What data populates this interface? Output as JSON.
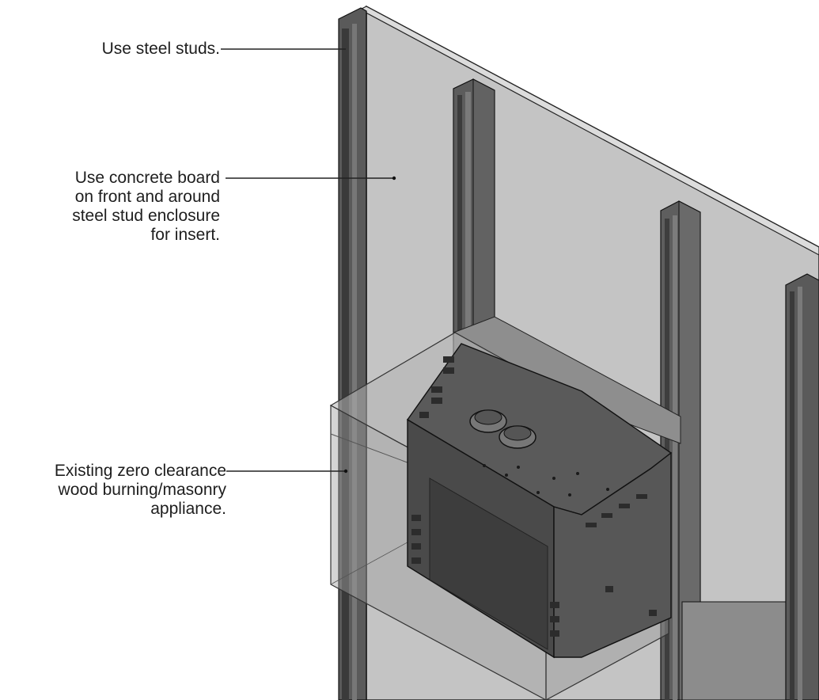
{
  "callouts": {
    "steel_studs": {
      "lines": [
        "Use steel studs."
      ]
    },
    "concrete_board": {
      "lines": [
        "Use concrete board",
        "on front and around",
        "steel stud enclosure",
        "for insert."
      ]
    },
    "existing_appliance": {
      "lines": [
        "Existing zero clearance",
        "wood burning/masonry",
        "appliance."
      ]
    }
  },
  "colors": {
    "wall_panel": "#c2c2c2",
    "stud": "#5e5e5e",
    "stud_dark": "#3f3f3f",
    "box": "#a9a9a9",
    "insert": "#4e4e4e",
    "insert_light": "#6a6a6a",
    "outline": "#1c1c1c",
    "leader": "#222222"
  }
}
